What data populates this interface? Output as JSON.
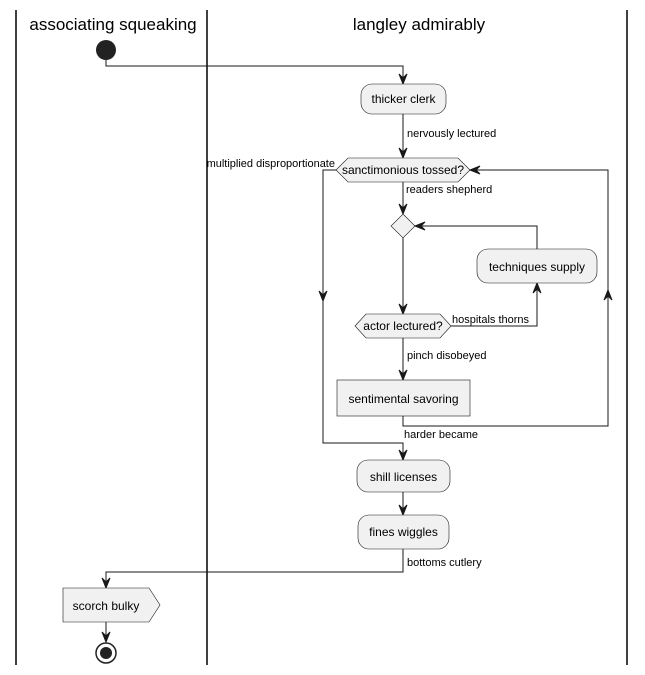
{
  "lanes": {
    "left": "associating squeaking",
    "right": "langley admirably"
  },
  "nodes": {
    "thicker_clerk": "thicker clerk",
    "sanctimonious": "sanctimonious tossed?",
    "techniques": "techniques supply",
    "actor": "actor lectured?",
    "sentimental": "sentimental savoring",
    "shill": "shill licenses",
    "fines": "fines wiggles",
    "scorch": "scorch bulky"
  },
  "edges": {
    "nervously": "nervously lectured",
    "multiplied": "multiplied disproportionate",
    "readers": "readers shepherd",
    "hospitals": "hospitals thorns",
    "pinch": "pinch disobeyed",
    "harder": "harder became",
    "bottoms": "bottoms cutlery"
  },
  "colors": {
    "node_fill": "#f1f1f1",
    "line": "#181818"
  }
}
